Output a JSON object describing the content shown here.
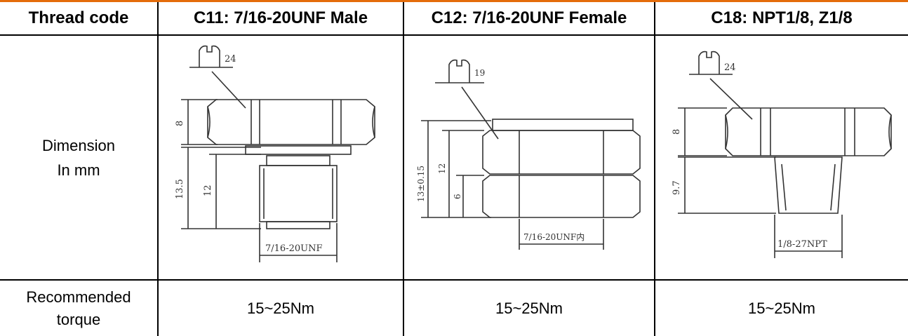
{
  "header": {
    "col0": "Thread code",
    "col1": "C11: 7/16-20UNF Male",
    "col2": "C12: 7/16-20UNF Female",
    "col3": "C18: NPT1/8, Z1/8"
  },
  "rows": {
    "dimension_label_line1": "Dimension",
    "dimension_label_line2": "In mm",
    "torque_label_line1": "Recommended",
    "torque_label_line2": "torque",
    "torque_c11": "15~25Nm",
    "torque_c12": "15~25Nm",
    "torque_c18": "15~25Nm"
  },
  "drawings": {
    "c11": {
      "wrench": "24",
      "hex_height": "8",
      "total_length": "13.5",
      "thread_length": "12",
      "thread": "7/16-20UNF"
    },
    "c12": {
      "wrench": "19",
      "total_height": "13±0.15",
      "upper_height": "12",
      "lower_height": "6",
      "thread": "7/16-20UNF内"
    },
    "c18": {
      "wrench": "24",
      "hex_height": "8",
      "thread_length": "9.7",
      "thread": "1/8-27NPT"
    }
  },
  "colors": {
    "accent_rule": "#e46c0a",
    "lines": "#000000",
    "drawing": "#333333"
  }
}
